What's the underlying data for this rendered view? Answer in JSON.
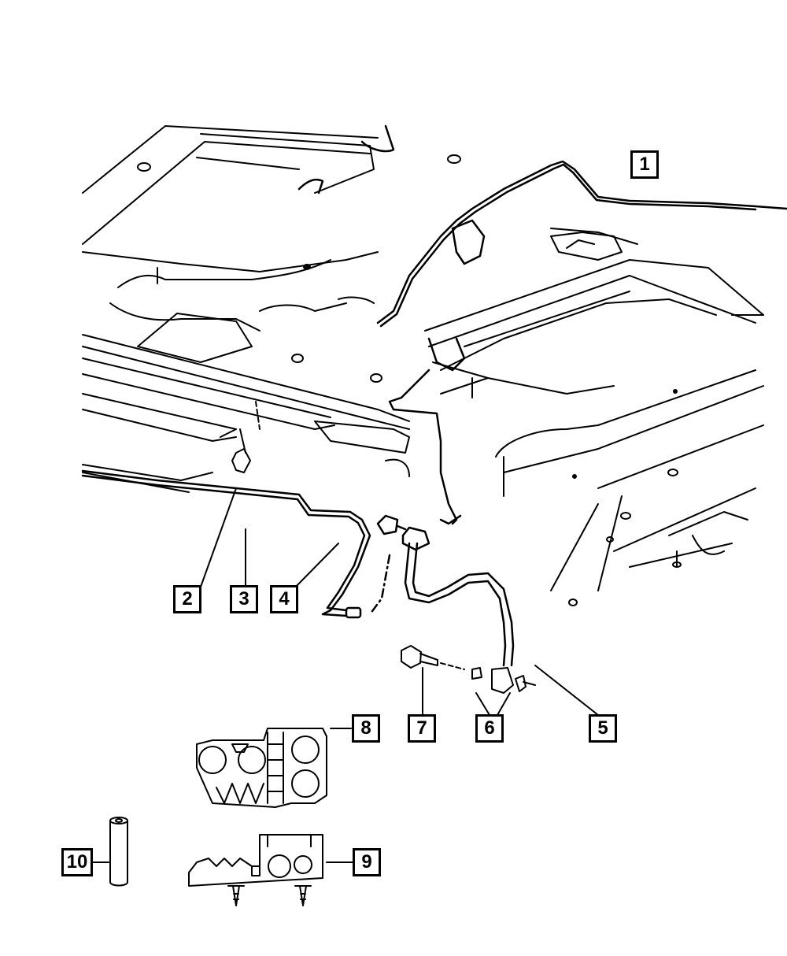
{
  "diagram": {
    "title": "Brake line and hose assembly parts diagram",
    "line_color": "#000000",
    "background": "#ffffff",
    "callouts": [
      {
        "id": "1",
        "label": "1",
        "part": "brake-line-main"
      },
      {
        "id": "2",
        "label": "2",
        "part": "fitting"
      },
      {
        "id": "3",
        "label": "3",
        "part": "brake-line-rear"
      },
      {
        "id": "4",
        "label": "4",
        "part": "brake-line-front"
      },
      {
        "id": "5",
        "label": "5",
        "part": "brake-hose"
      },
      {
        "id": "6",
        "label": "6",
        "part": "clips"
      },
      {
        "id": "7",
        "label": "7",
        "part": "bolt"
      },
      {
        "id": "8",
        "label": "8",
        "part": "brake-line-retainer-clip"
      },
      {
        "id": "9",
        "label": "9",
        "part": "brake-line-clip-with-push-pins"
      },
      {
        "id": "10",
        "label": "10",
        "part": "tube-sleeve"
      }
    ]
  }
}
